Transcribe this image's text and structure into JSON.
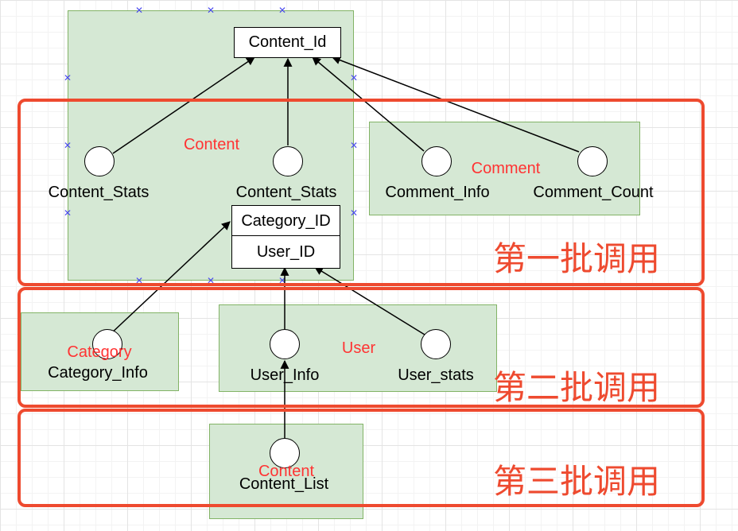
{
  "groups": {
    "content_top": "Content",
    "comment": "Comment",
    "category": "Category",
    "user": "User",
    "content_bottom": "Content"
  },
  "nodes": {
    "content_id": "Content_Id",
    "category_id": "Category_ID",
    "user_id": "User_ID",
    "content_stats_1": "Content_Stats",
    "content_stats_2": "Content_Stats",
    "comment_info": "Comment_Info",
    "comment_count": "Comment_Count",
    "category_info": "Category_Info",
    "user_info": "User_Info",
    "user_stats": "User_stats",
    "content_list": "Content_List"
  },
  "batches": {
    "first": "第一批调用",
    "second": "第二批调用",
    "third": "第三批调用"
  },
  "colors": {
    "group_fill": "#d5e8d4",
    "group_border": "#82b366",
    "batch_border": "#ee4a2f",
    "group_label": "#ff3333"
  }
}
